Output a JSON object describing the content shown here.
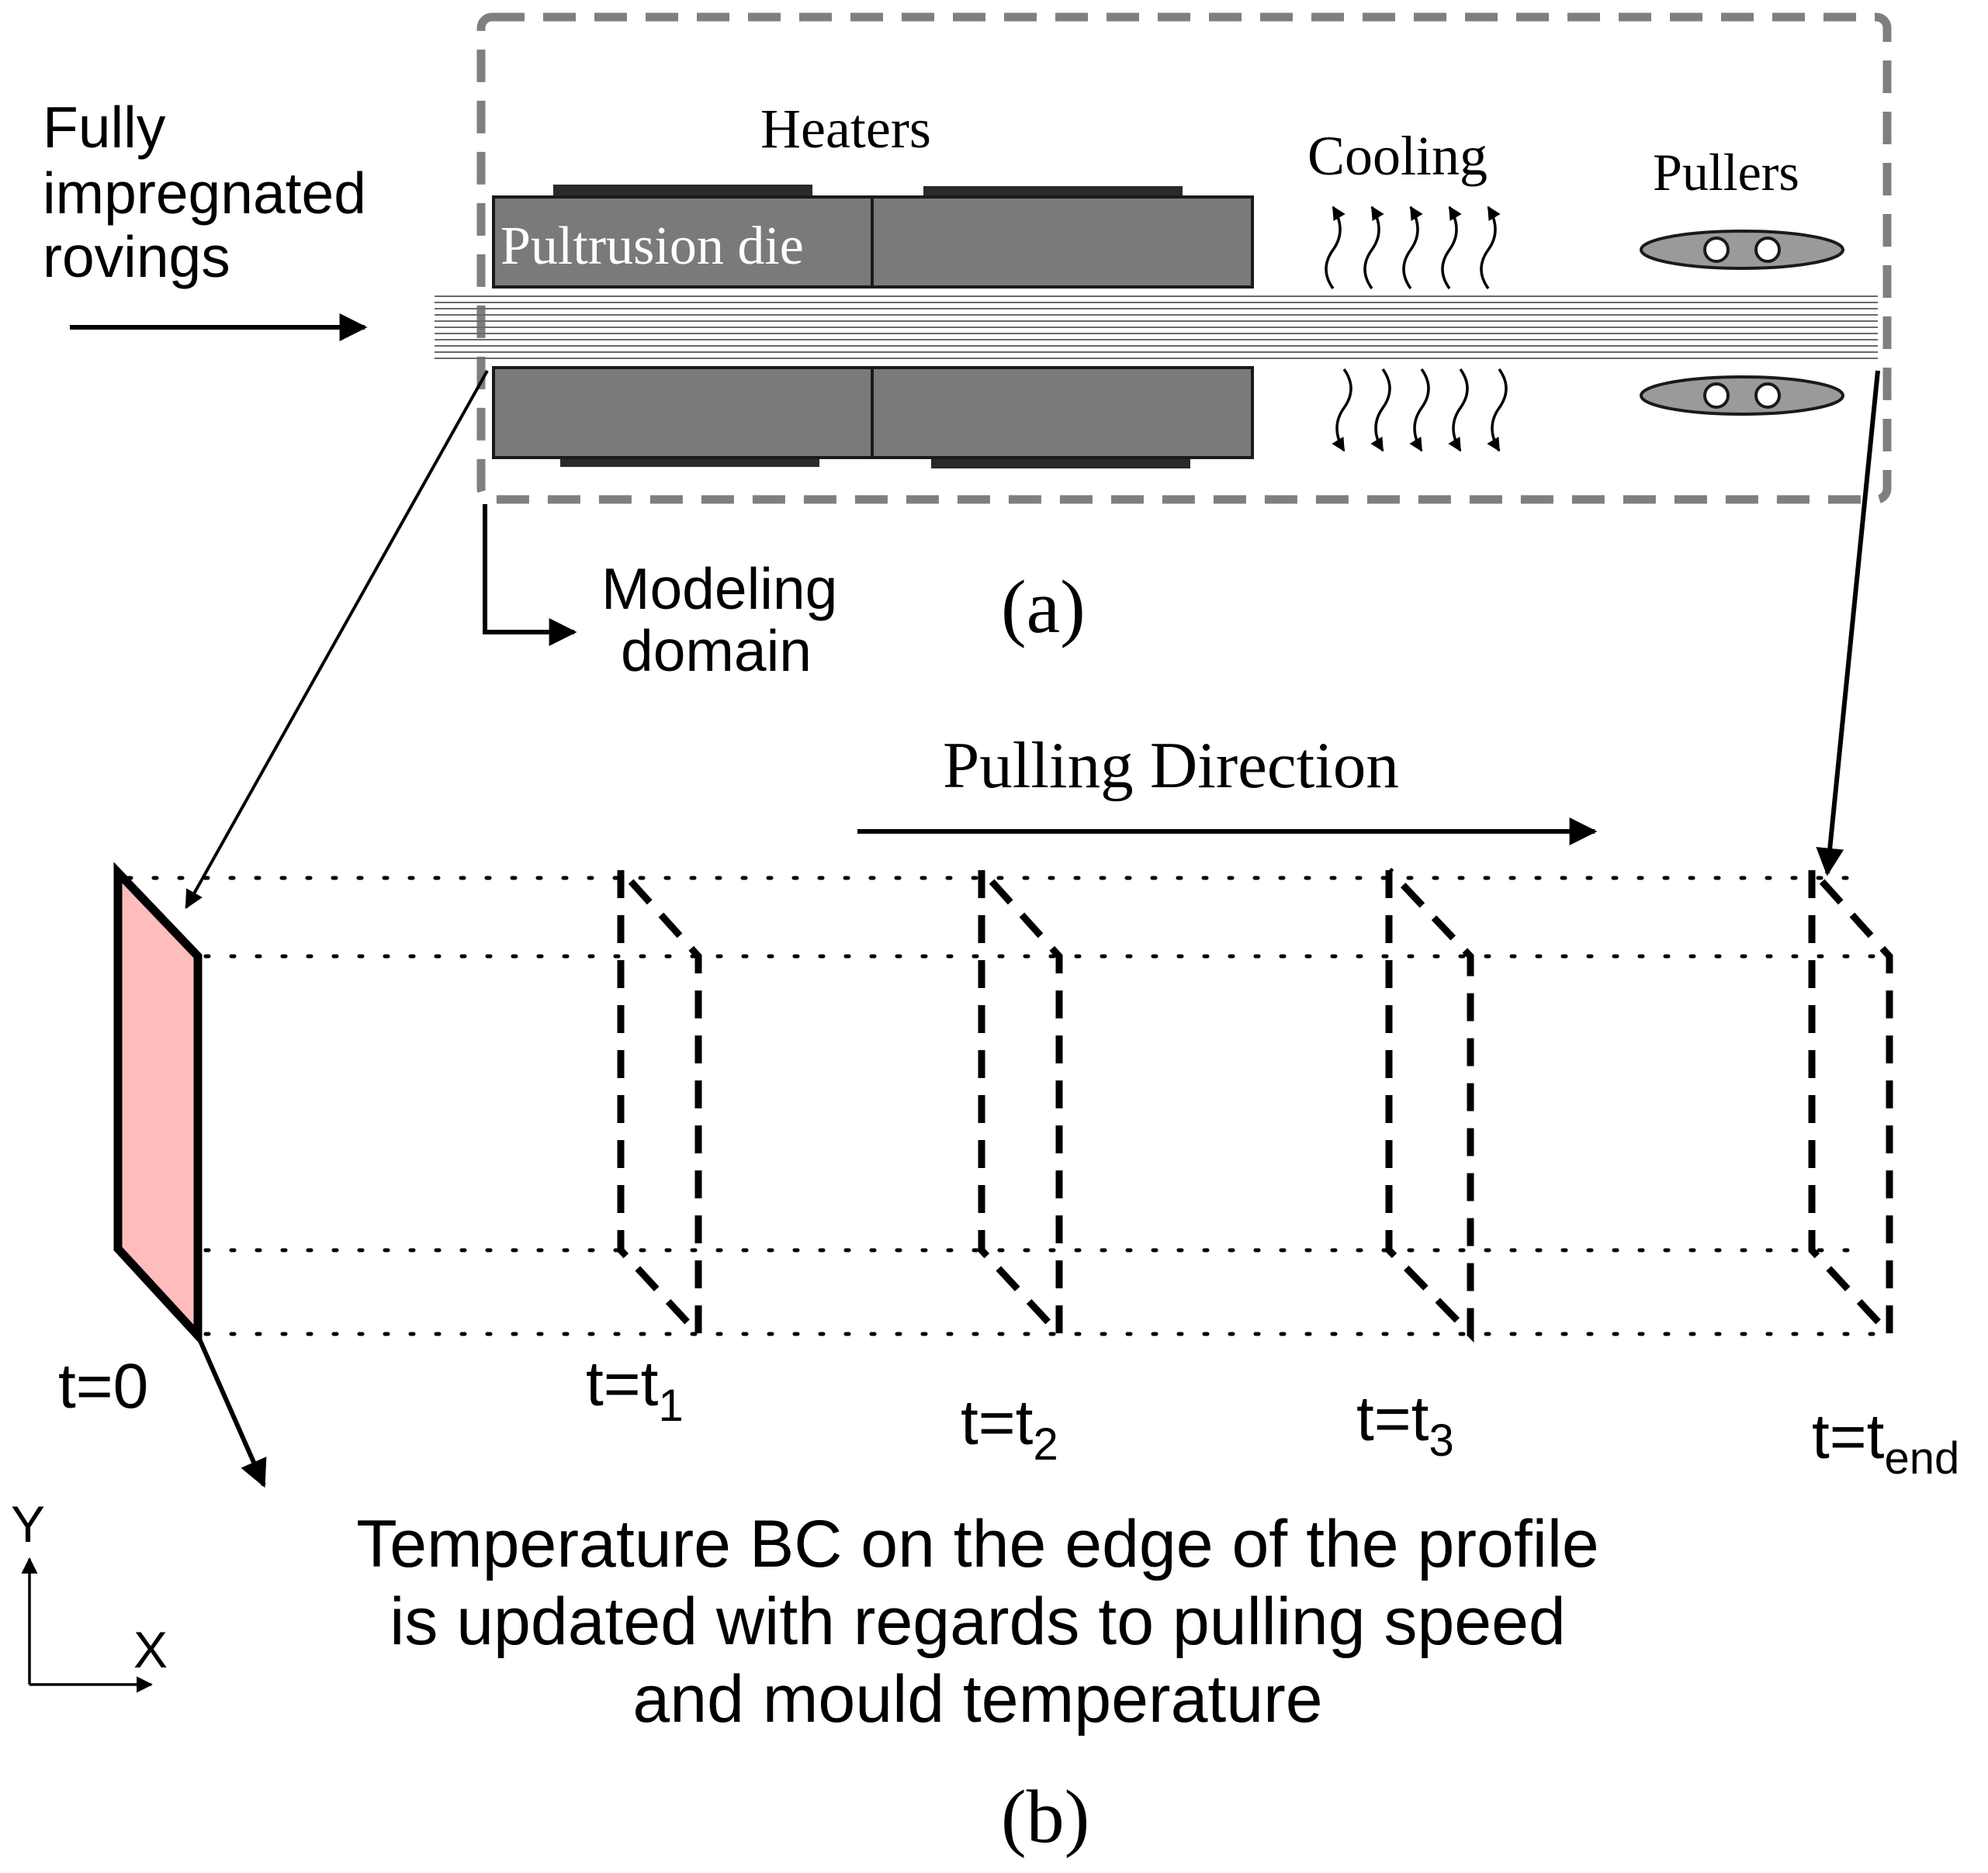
{
  "labels": {
    "fully": "Fully",
    "impregnated": "impregnated",
    "rovings": "rovings",
    "heaters": "Heaters",
    "pultrusion_die": "Pultrusion die",
    "cooling": "Cooling",
    "pullers": "Pullers",
    "modeling": "Modeling",
    "domain": "domain",
    "part_a": "(a)",
    "pulling_direction": "Pulling Direction",
    "t0": "t=0",
    "t1_base": "t=t",
    "t1_sub": "1",
    "t2_base": "t=t",
    "t2_sub": "2",
    "t3_base": "t=t",
    "t3_sub": "3",
    "tend_base": "t=t",
    "tend_sub": "end",
    "bc_line1": "Temperature BC on the edge of the profile",
    "bc_line2": "is updated with regards to pulling speed",
    "bc_line3": "and mould temperature",
    "axis_y": "Y",
    "axis_x": "X",
    "part_b": "(b)"
  },
  "colors": {
    "die": "#7a7a7a",
    "domain_border": "#7f7f7f",
    "profile_fill": "#ffbcbc",
    "puller": "#9a9a9a",
    "ink": "#000000"
  }
}
